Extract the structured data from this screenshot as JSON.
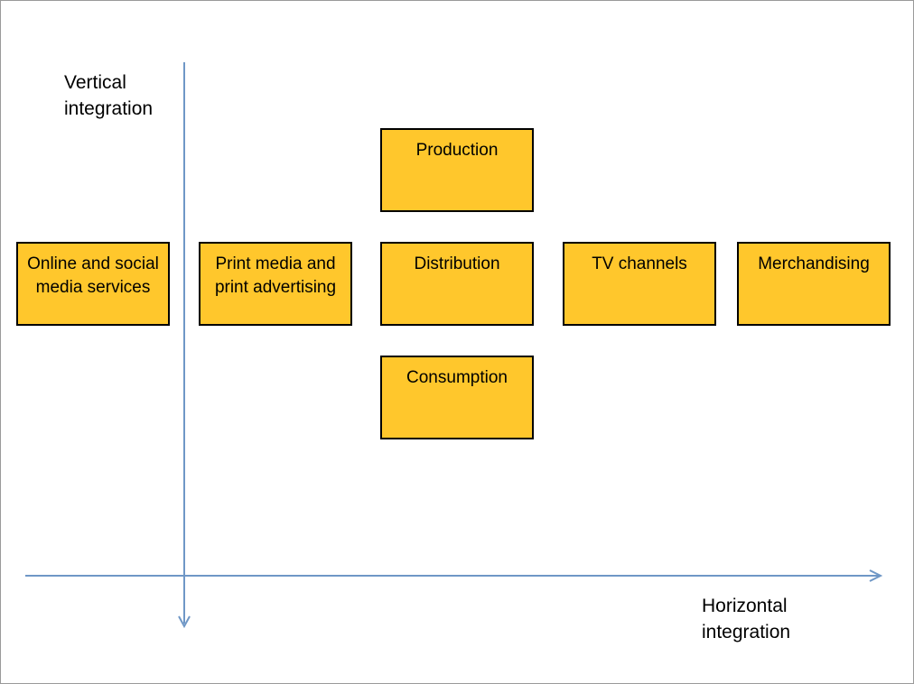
{
  "colors": {
    "box_fill": "#ffc72c",
    "box_border": "#000000",
    "axis": "#6f97c6"
  },
  "axes": {
    "vertical_label": "Vertical integration",
    "horizontal_label": "Horizontal integration"
  },
  "boxes": {
    "production": "Production",
    "online": "Online and social media services",
    "print": "Print media and print advertising",
    "distribution": "Distribution",
    "tv": "TV channels",
    "merchandising": "Merchandising",
    "consumption": "Consumption"
  }
}
